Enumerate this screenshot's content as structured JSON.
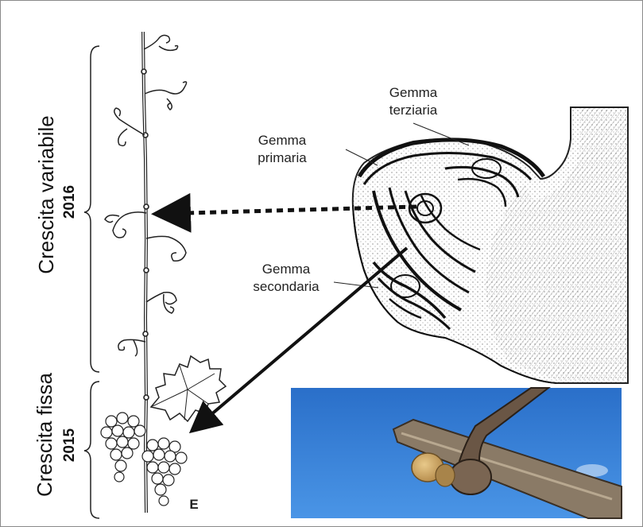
{
  "labels": {
    "crescita_variabile": "Crescita variabile",
    "year_2016": "2016",
    "crescita_fissa": "Crescita fissa",
    "year_2015": "2015",
    "gemma_terziaria": [
      "Gemma",
      "terziaria"
    ],
    "gemma_primaria": [
      "Gemma",
      "primaria"
    ],
    "gemma_secondaria": [
      "Gemma",
      "secondaria"
    ],
    "panel_letter": "E"
  },
  "colors": {
    "ink": "#111111",
    "sky": "#2f7fd6",
    "bud": "#c9a25a",
    "cane": "#8a7a66"
  },
  "icons": [
    "grape-cluster-icon",
    "vine-leaf-icon",
    "tendril-icon",
    "bud-section-illustration",
    "vine-bud-photo"
  ]
}
